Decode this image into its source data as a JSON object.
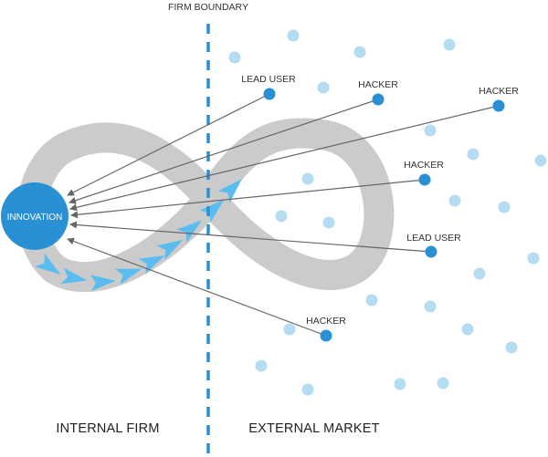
{
  "diagram": {
    "boundary_label": "FIRM BOUNDARY",
    "hub_label": "INNOVATION",
    "regions": {
      "internal": "INTERNAL FIRM",
      "external": "EXTERNAL MARKET"
    },
    "nodes": [
      {
        "label": "LEAD USER",
        "kind": "lead-user"
      },
      {
        "label": "HACKER",
        "kind": "hacker"
      },
      {
        "label": "HACKER",
        "kind": "hacker"
      },
      {
        "label": "HACKER",
        "kind": "hacker"
      },
      {
        "label": "LEAD USER",
        "kind": "lead-user"
      },
      {
        "label": "HACKER",
        "kind": "hacker"
      }
    ],
    "colors": {
      "accent": "#2990d4",
      "light_dot": "#b4dcf3",
      "loop": "#cbcbcb",
      "chevron": "#5bbcf0",
      "boundary": "#2990d4",
      "arrow": "#666666"
    }
  }
}
